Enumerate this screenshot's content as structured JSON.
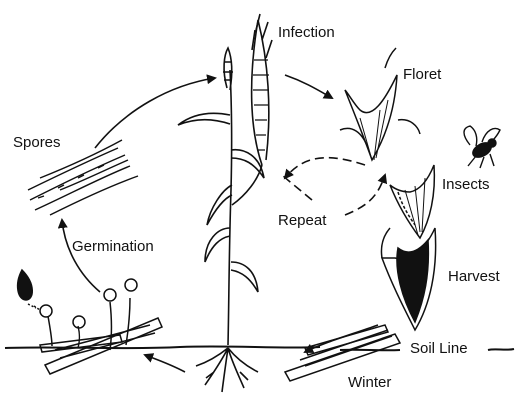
{
  "labels": {
    "infection": "Infection",
    "floret": "Floret",
    "spores": "Spores",
    "insects": "Insects",
    "repeat": "Repeat",
    "germination": "Germination",
    "harvest": "Harvest",
    "soil_line": "Soil Line",
    "winter": "Winter"
  }
}
